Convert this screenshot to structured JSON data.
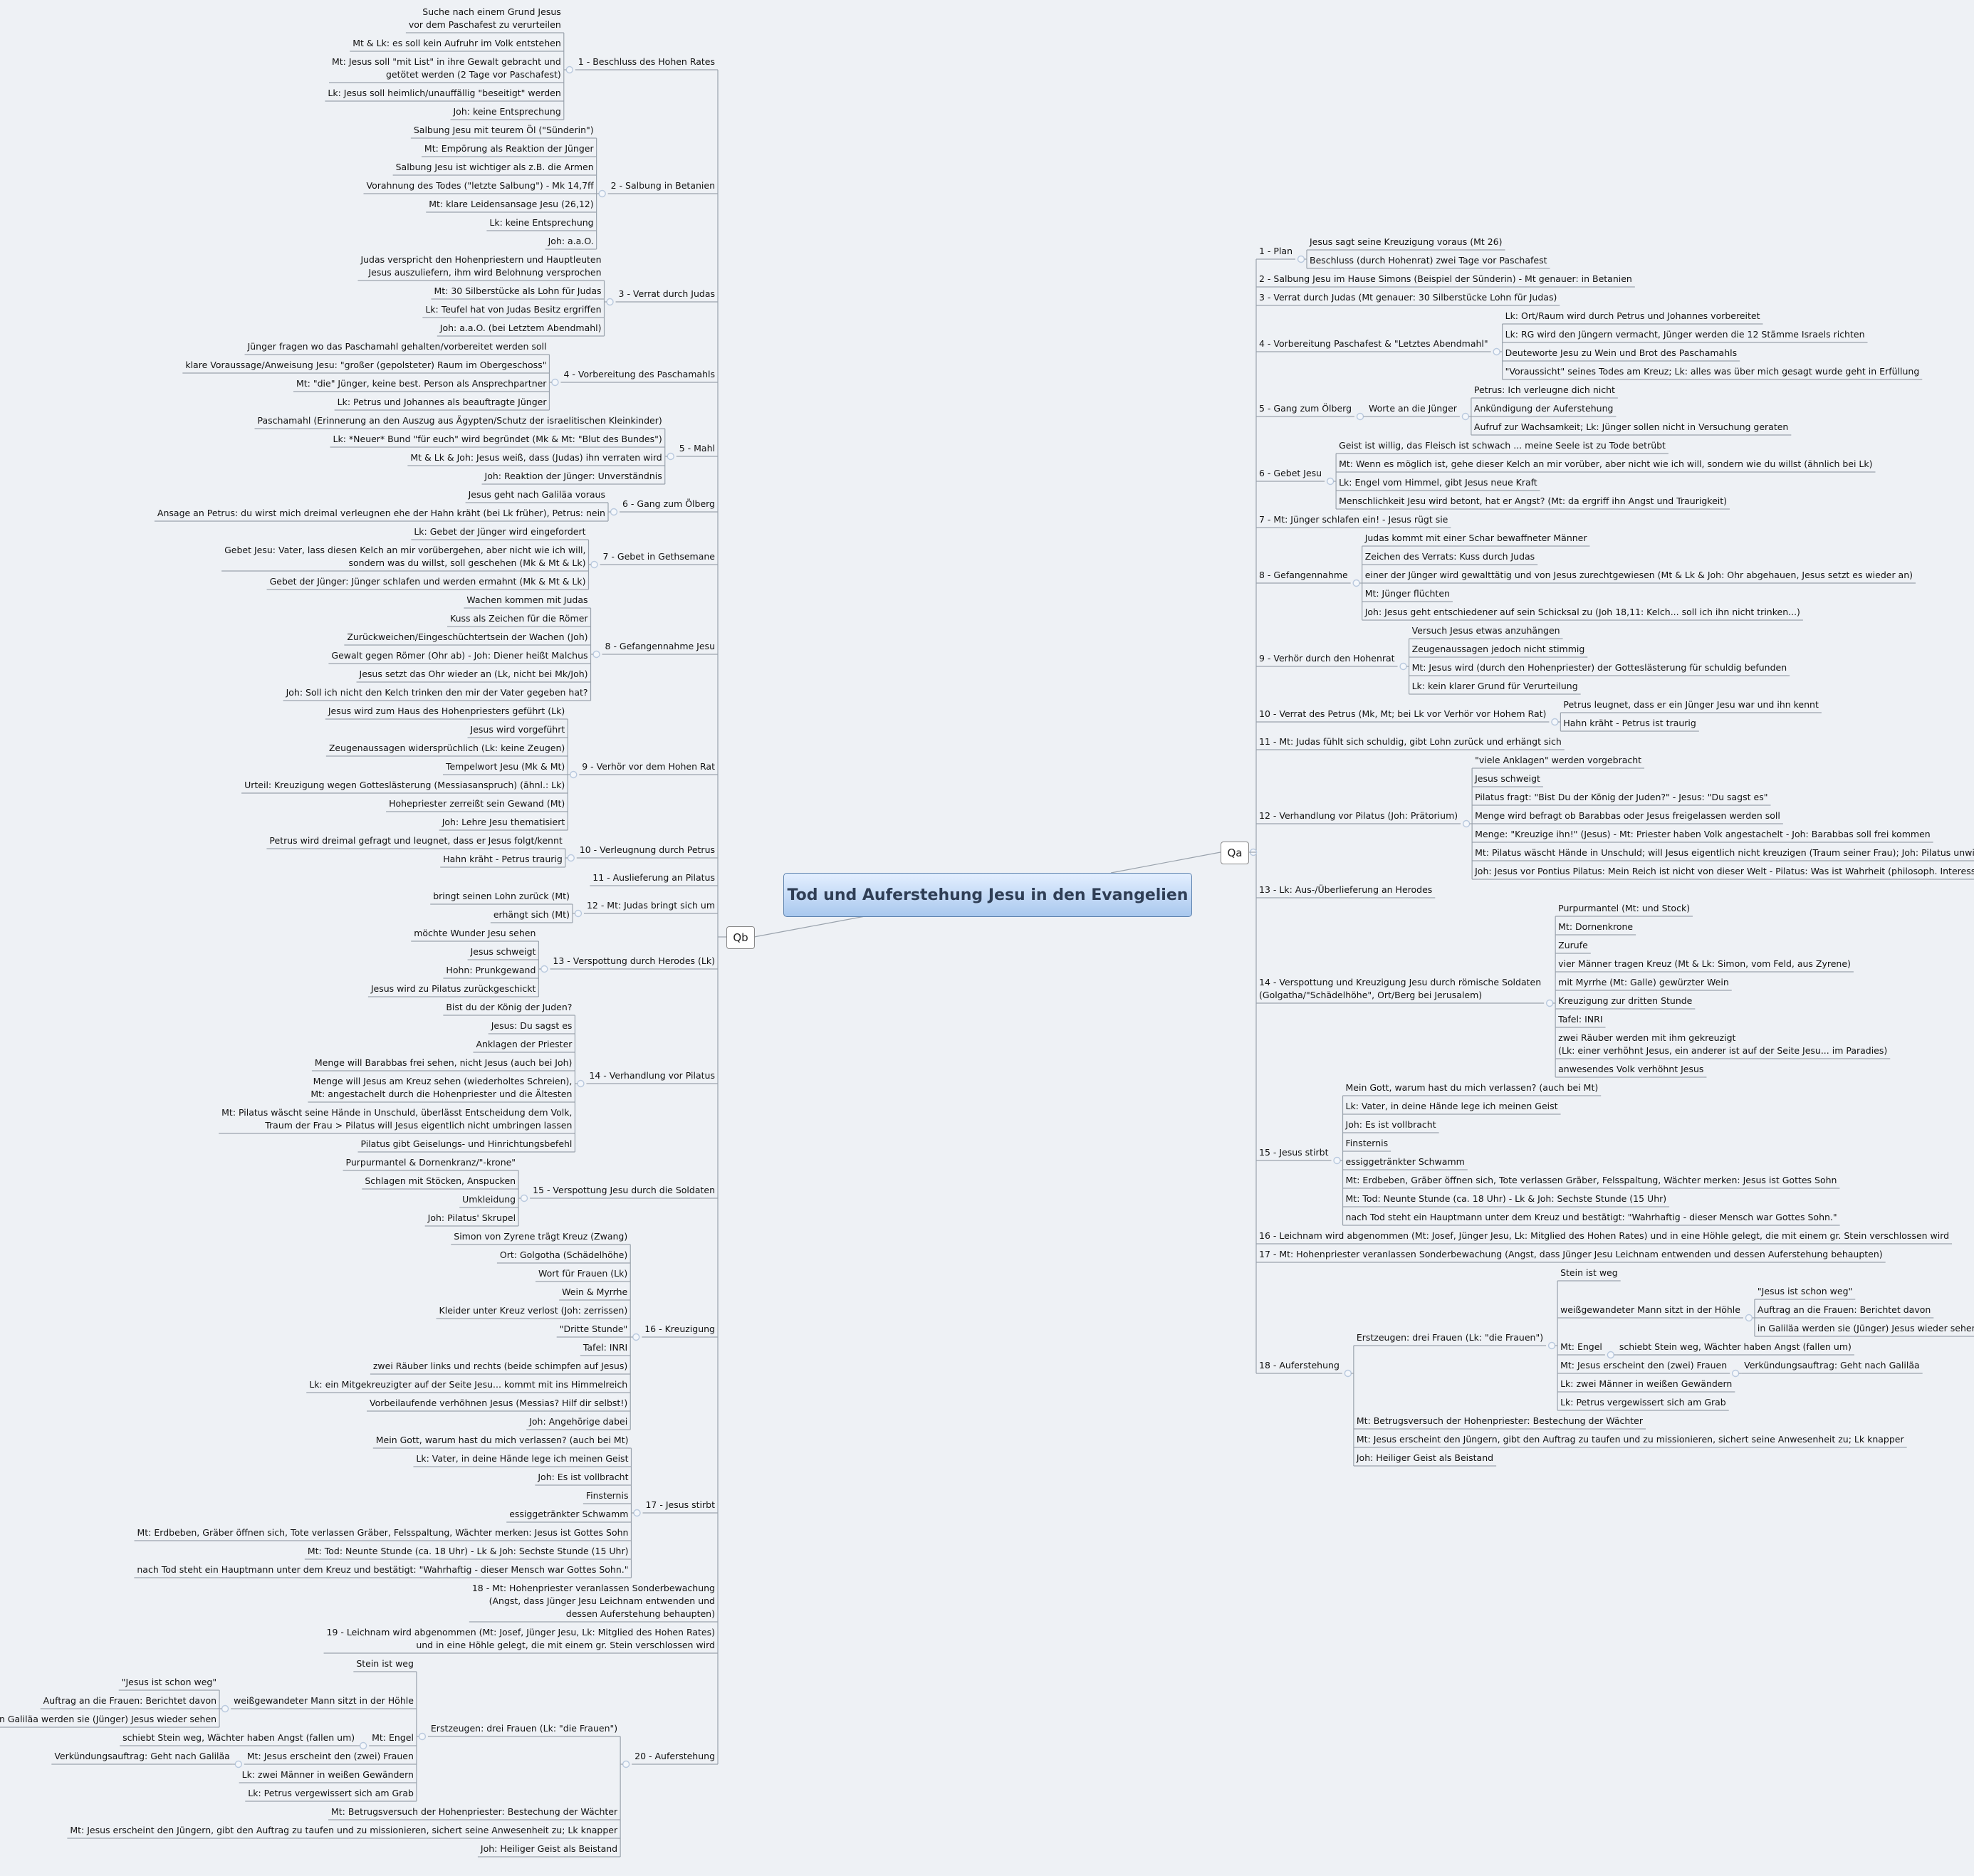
{
  "central": "Tod und Auferstehung Jesu in den Evangelien",
  "qa": "Qa",
  "qb": "Qb",
  "colors": {
    "line": "#9aa3ad",
    "knob": "#b9c9de",
    "central_border": "#5d82ad"
  },
  "qb_topics": [
    {
      "label": "1 - Beschluss des Hohen Rates",
      "children": [
        {
          "label": "Suche nach einem Grund Jesus\nvor dem Paschafest zu verurteilen"
        },
        {
          "label": "Mt & Lk: es soll kein Aufruhr im Volk entstehen"
        },
        {
          "label": "Mt: Jesus soll \"mit List\" in ihre Gewalt gebracht und\ngetötet werden (2 Tage vor Paschafest)"
        },
        {
          "label": "Lk: Jesus soll heimlich/unauffällig \"beseitigt\" werden"
        },
        {
          "label": "Joh: keine Entsprechung"
        }
      ]
    },
    {
      "label": "2 - Salbung in Betanien",
      "children": [
        {
          "label": "Salbung Jesu mit teurem Öl (\"Sünderin\")"
        },
        {
          "label": "Mt: Empörung als Reaktion der Jünger"
        },
        {
          "label": "Salbung Jesu ist wichtiger als z.B. die Armen"
        },
        {
          "label": "Vorahnung des Todes (\"letzte Salbung\") - Mk 14,7ff"
        },
        {
          "label": "Mt: klare Leidensansage Jesu (26,12)"
        },
        {
          "label": "Lk: keine Entsprechung"
        },
        {
          "label": "Joh: a.a.O."
        }
      ]
    },
    {
      "label": "3 - Verrat durch Judas",
      "children": [
        {
          "label": "Judas verspricht den Hohenpriestern und Hauptleuten\nJesus auszuliefern, ihm wird Belohnung versprochen"
        },
        {
          "label": "Mt: 30 Silberstücke als Lohn für Judas"
        },
        {
          "label": "Lk: Teufel hat von Judas Besitz ergriffen"
        },
        {
          "label": "Joh: a.a.O. (bei Letztem Abendmahl)"
        }
      ]
    },
    {
      "label": "4 - Vorbereitung des Paschamahls",
      "children": [
        {
          "label": "Jünger fragen wo das Paschamahl gehalten/vorbereitet werden soll"
        },
        {
          "label": "klare Voraussage/Anweisung Jesu: \"großer (gepolsteter) Raum im Obergeschoss\""
        },
        {
          "label": "Mt: \"die\" Jünger, keine best. Person als Ansprechpartner"
        },
        {
          "label": "Lk: Petrus und Johannes als beauftragte Jünger"
        }
      ]
    },
    {
      "label": "5 - Mahl",
      "children": [
        {
          "label": "Paschamahl (Erinnerung an den Auszug aus Ägypten/Schutz der israelitischen Kleinkinder)"
        },
        {
          "label": "Lk: *Neuer* Bund \"für euch\" wird begründet (Mk & Mt: \"Blut des Bundes\")"
        },
        {
          "label": "Mt & Lk & Joh: Jesus weiß, dass (Judas) ihn verraten wird"
        },
        {
          "label": "Joh: Reaktion der Jünger: Unverständnis"
        }
      ]
    },
    {
      "label": "6 - Gang zum Ölberg",
      "children": [
        {
          "label": "Jesus geht nach Galiläa voraus"
        },
        {
          "label": "Ansage an Petrus: du wirst mich dreimal verleugnen ehe der Hahn kräht (bei Lk früher), Petrus: nein"
        }
      ]
    },
    {
      "label": "7 - Gebet in Gethsemane",
      "children": [
        {
          "label": "Lk: Gebet der Jünger wird eingefordert"
        },
        {
          "label": "Gebet Jesu: Vater, lass diesen Kelch an mir vorübergehen, aber nicht wie ich will,\nsondern was du willst, soll geschehen (Mk & Mt & Lk)"
        },
        {
          "label": "Gebet der Jünger: Jünger schlafen und werden ermahnt (Mk & Mt & Lk)"
        }
      ]
    },
    {
      "label": "8 - Gefangennahme Jesu",
      "children": [
        {
          "label": "Wachen kommen mit Judas"
        },
        {
          "label": "Kuss als Zeichen für die Römer"
        },
        {
          "label": "Zurückweichen/Eingeschüchtertsein der Wachen (Joh)"
        },
        {
          "label": "Gewalt gegen Römer (Ohr ab) - Joh: Diener heißt Malchus"
        },
        {
          "label": "Jesus setzt das Ohr wieder an (Lk, nicht bei Mk/Joh)"
        },
        {
          "label": "Joh: Soll ich nicht den Kelch trinken den mir der Vater gegeben hat?"
        }
      ]
    },
    {
      "label": "9 - Verhör vor dem Hohen Rat",
      "children": [
        {
          "label": "Jesus wird zum Haus des Hohenpriesters geführt (Lk)"
        },
        {
          "label": "Jesus wird vorgeführt"
        },
        {
          "label": "Zeugenaussagen widersprüchlich (Lk: keine Zeugen)"
        },
        {
          "label": "Tempelwort Jesu (Mk & Mt)"
        },
        {
          "label": "Urteil: Kreuzigung wegen Gotteslästerung (Messiasanspruch) (ähnl.: Lk)"
        },
        {
          "label": "Hohepriester zerreißt sein Gewand (Mt)"
        },
        {
          "label": "Joh: Lehre Jesu thematisiert"
        }
      ]
    },
    {
      "label": "10 - Verleugnung durch Petrus",
      "children": [
        {
          "label": "Petrus wird dreimal gefragt und leugnet, dass er Jesus folgt/kennt"
        },
        {
          "label": "Hahn kräht - Petrus traurig"
        }
      ]
    },
    {
      "label": "11 - Auslieferung an Pilatus",
      "children": []
    },
    {
      "label": "12 - Mt: Judas bringt sich um",
      "children": [
        {
          "label": "bringt seinen Lohn zurück (Mt)"
        },
        {
          "label": "erhängt sich (Mt)"
        }
      ]
    },
    {
      "label": "13 - Verspottung durch Herodes (Lk)",
      "children": [
        {
          "label": "möchte Wunder Jesu sehen"
        },
        {
          "label": "Jesus schweigt"
        },
        {
          "label": "Hohn: Prunkgewand"
        },
        {
          "label": "Jesus wird zu Pilatus zurückgeschickt"
        }
      ]
    },
    {
      "label": "14 - Verhandlung vor Pilatus",
      "children": [
        {
          "label": "Bist du der König der Juden?"
        },
        {
          "label": "Jesus: Du sagst es"
        },
        {
          "label": "Anklagen der Priester"
        },
        {
          "label": "Menge will Barabbas frei sehen, nicht Jesus (auch bei Joh)"
        },
        {
          "label": "Menge will Jesus am Kreuz sehen (wiederholtes Schreien),\nMt: angestachelt durch die Hohenpriester und die Ältesten"
        },
        {
          "label": "Mt: Pilatus wäscht seine Hände in Unschuld, überlässt Entscheidung dem Volk,\nTraum der Frau > Pilatus will Jesus eigentlich nicht umbringen lassen"
        },
        {
          "label": "Pilatus gibt Geiselungs- und Hinrichtungsbefehl"
        }
      ]
    },
    {
      "label": "15 - Verspottung Jesu durch die Soldaten",
      "children": [
        {
          "label": "Purpurmantel & Dornenkranz/\"-krone\""
        },
        {
          "label": "Schlagen mit Stöcken, Anspucken"
        },
        {
          "label": "Umkleidung"
        },
        {
          "label": "Joh: Pilatus' Skrupel"
        }
      ]
    },
    {
      "label": "16 - Kreuzigung",
      "children": [
        {
          "label": "Simon von Zyrene trägt Kreuz (Zwang)"
        },
        {
          "label": "Ort: Golgotha (Schädelhöhe)"
        },
        {
          "label": "Wort für Frauen (Lk)"
        },
        {
          "label": "Wein & Myrrhe"
        },
        {
          "label": "Kleider unter Kreuz verlost (Joh: zerrissen)"
        },
        {
          "label": "\"Dritte Stunde\""
        },
        {
          "label": "Tafel: INRI"
        },
        {
          "label": "zwei Räuber links und rechts (beide schimpfen auf Jesus)"
        },
        {
          "label": "Lk: ein Mitgekreuzigter auf der Seite Jesu... kommt mit ins Himmelreich"
        },
        {
          "label": "Vorbeilaufende verhöhnen Jesus (Messias? Hilf dir selbst!)"
        },
        {
          "label": "Joh: Angehörige dabei"
        }
      ]
    },
    {
      "label": "17 - Jesus stirbt",
      "children": [
        {
          "label": "Mein Gott, warum hast du mich verlassen? (auch bei Mt)"
        },
        {
          "label": "Lk: Vater, in deine Hände lege ich meinen Geist"
        },
        {
          "label": "Joh: Es ist vollbracht"
        },
        {
          "label": "Finsternis"
        },
        {
          "label": "essiggetränkter Schwamm"
        },
        {
          "label": "Mt: Erdbeben, Gräber öffnen sich, Tote verlassen Gräber, Felsspaltung, Wächter merken: Jesus ist Gottes Sohn"
        },
        {
          "label": "Mt: Tod: Neunte Stunde (ca. 18 Uhr) - Lk & Joh: Sechste Stunde (15 Uhr)"
        },
        {
          "label": "nach Tod steht ein Hauptmann unter dem Kreuz und bestätigt: \"Wahrhaftig - dieser Mensch war Gottes Sohn.\""
        }
      ]
    },
    {
      "label": "18 - Mt: Hohenpriester veranlassen Sonderbewachung\n(Angst, dass Jünger Jesu Leichnam entwenden und\ndessen Auferstehung behaupten)",
      "children": []
    },
    {
      "label": "19 - Leichnam wird abgenommen (Mt: Josef, Jünger Jesu, Lk: Mitglied des Hohen Rates)\nund in eine Höhle gelegt, die mit einem gr. Stein verschlossen wird",
      "children": []
    },
    {
      "label": "20 - Auferstehung",
      "children": [
        {
          "label": "Erstzeugen: drei Frauen (Lk: \"die Frauen\")",
          "children": [
            {
              "label": "Stein ist weg"
            },
            {
              "label": "weißgewandeter Mann sitzt in der Höhle",
              "children": [
                {
                  "label": "\"Jesus ist schon weg\""
                },
                {
                  "label": "Auftrag an die Frauen: Berichtet davon"
                },
                {
                  "label": "in Galiläa werden sie (Jünger) Jesus wieder sehen"
                }
              ]
            },
            {
              "label": "Mt: Engel",
              "children": [
                {
                  "label": "schiebt Stein weg, Wächter haben Angst (fallen um)"
                }
              ]
            },
            {
              "label": "Mt: Jesus erscheint den (zwei) Frauen",
              "children": [
                {
                  "label": "Verkündungsauftrag: Geht nach Galiläa"
                }
              ]
            },
            {
              "label": "Lk: zwei Männer in weißen Gewändern"
            },
            {
              "label": "Lk: Petrus vergewissert sich am Grab"
            }
          ]
        },
        {
          "label": "Mt: Betrugsversuch der Hohenpriester: Bestechung der Wächter"
        },
        {
          "label": "Mt: Jesus erscheint den Jüngern, gibt den Auftrag zu taufen und zu missionieren, sichert seine Anwesenheit zu; Lk knapper"
        },
        {
          "label": "Joh: Heiliger Geist als Beistand"
        }
      ]
    }
  ],
  "qa_topics": [
    {
      "label": "1 - Plan",
      "children": [
        {
          "label": "Jesus sagt seine Kreuzigung voraus (Mt 26)"
        },
        {
          "label": "Beschluss (durch Hohenrat) zwei Tage vor Paschafest"
        }
      ]
    },
    {
      "label": "2 - Salbung Jesu im Hause Simons (Beispiel der Sünderin) - Mt genauer: in Betanien",
      "children": []
    },
    {
      "label": "3 - Verrat durch Judas (Mt genauer: 30 Silberstücke Lohn für Judas)",
      "children": []
    },
    {
      "label": "4 - Vorbereitung Paschafest & \"Letztes Abendmahl\"",
      "children": [
        {
          "label": "Lk: Ort/Raum wird durch Petrus und Johannes vorbereitet"
        },
        {
          "label": "Lk: RG wird den Jüngern vermacht, Jünger werden die 12 Stämme Israels richten"
        },
        {
          "label": "Deuteworte Jesu zu Wein und Brot des Paschamahls"
        },
        {
          "label": "\"Voraussicht\" seines Todes am Kreuz; Lk: alles was über mich gesagt wurde geht in Erfüllung"
        }
      ]
    },
    {
      "label": "5 - Gang zum Ölberg",
      "children": [
        {
          "label": "Worte an die Jünger",
          "children": [
            {
              "label": "Petrus: Ich verleugne dich nicht"
            },
            {
              "label": "Ankündigung der Auferstehung"
            },
            {
              "label": "Aufruf zur Wachsamkeit; Lk: Jünger sollen nicht in Versuchung geraten"
            }
          ]
        }
      ]
    },
    {
      "label": "6 - Gebet Jesu",
      "children": [
        {
          "label": "Geist ist willig, das Fleisch ist schwach ... meine Seele ist zu Tode betrübt"
        },
        {
          "label": "Mt: Wenn es möglich ist, gehe dieser Kelch an mir vorüber, aber nicht wie ich will, sondern wie du willst (ähnlich bei Lk)"
        },
        {
          "label": "Lk: Engel vom Himmel, gibt Jesus neue Kraft"
        },
        {
          "label": "Menschlichkeit Jesu wird betont, hat er Angst? (Mt: da ergriff ihn Angst und Traurigkeit)"
        }
      ]
    },
    {
      "label": "7 - Mt: Jünger schlafen ein! - Jesus rügt sie",
      "children": []
    },
    {
      "label": "8 - Gefangennahme",
      "children": [
        {
          "label": "Judas kommt mit einer Schar bewaffneter Männer"
        },
        {
          "label": "Zeichen des Verrats: Kuss durch Judas"
        },
        {
          "label": "einer der Jünger wird gewalttätig und von Jesus zurechtgewiesen (Mt & Lk & Joh: Ohr abgehauen, Jesus setzt es wieder an)"
        },
        {
          "label": "Mt: Jünger flüchten"
        },
        {
          "label": "Joh: Jesus geht entschiedener auf sein Schicksal zu (Joh 18,11: Kelch... soll ich ihn nicht trinken...)"
        }
      ]
    },
    {
      "label": "9 - Verhör durch den Hohenrat",
      "children": [
        {
          "label": "Versuch Jesus etwas anzuhängen"
        },
        {
          "label": "Zeugenaussagen jedoch nicht stimmig"
        },
        {
          "label": "Mt: Jesus wird (durch den Hohenpriester) der Gotteslästerung für schuldig befunden"
        },
        {
          "label": "Lk: kein klarer Grund für Verurteilung"
        }
      ]
    },
    {
      "label": "10 - Verrat des Petrus (Mk, Mt; bei Lk vor Verhör vor Hohem Rat)",
      "children": [
        {
          "label": "Petrus leugnet, dass er ein Jünger Jesu war und ihn kennt"
        },
        {
          "label": "Hahn kräht - Petrus ist traurig"
        }
      ]
    },
    {
      "label": "11 - Mt: Judas fühlt sich schuldig, gibt Lohn zurück und erhängt sich",
      "children": []
    },
    {
      "label": "12 - Verhandlung vor Pilatus (Joh: Prätorium)",
      "children": [
        {
          "label": "\"viele Anklagen\" werden vorgebracht"
        },
        {
          "label": "Jesus schweigt"
        },
        {
          "label": "Pilatus fragt: \"Bist Du der König der Juden?\" - Jesus: \"Du sagst es\""
        },
        {
          "label": "Menge wird befragt ob Barabbas oder Jesus freigelassen werden soll"
        },
        {
          "label": "Menge: \"Kreuzige ihn!\" (Jesus) - Mt: Priester haben Volk angestachelt - Joh: Barabbas soll frei kommen"
        },
        {
          "label": "Mt: Pilatus wäscht Hände in Unschuld; will Jesus eigentlich nicht kreuzigen (Traum seiner Frau); Joh: Pilatus unwillig"
        },
        {
          "label": "Joh: Jesus vor Pontius Pilatus: Mein Reich ist nicht von dieser Welt - Pilatus: Was ist Wahrheit (philosoph. Interesse)"
        }
      ]
    },
    {
      "label": "13 - Lk: Aus-/Überlieferung an Herodes",
      "children": []
    },
    {
      "label": "14 - Verspottung und Kreuzigung Jesu durch römische Soldaten\n(Golgatha/\"Schädelhöhe\", Ort/Berg bei Jerusalem)",
      "children": [
        {
          "label": "Purpurmantel (Mt: und Stock)"
        },
        {
          "label": "Mt: Dornenkrone"
        },
        {
          "label": "Zurufe"
        },
        {
          "label": "vier Männer tragen Kreuz (Mt & Lk: Simon, vom Feld, aus Zyrene)"
        },
        {
          "label": "mit Myrrhe (Mt: Galle) gewürzter Wein"
        },
        {
          "label": "Kreuzigung zur dritten Stunde"
        },
        {
          "label": "Tafel: INRI"
        },
        {
          "label": "zwei Räuber werden mit ihm gekreuzigt\n(Lk: einer verhöhnt Jesus, ein anderer ist auf der Seite Jesu... im Paradies)"
        },
        {
          "label": "anwesendes Volk verhöhnt Jesus"
        }
      ]
    },
    {
      "label": "15 - Jesus stirbt",
      "children": [
        {
          "label": "Mein Gott, warum hast du mich verlassen? (auch bei Mt)"
        },
        {
          "label": "Lk: Vater, in deine Hände lege ich meinen Geist"
        },
        {
          "label": "Joh: Es ist vollbracht"
        },
        {
          "label": "Finsternis"
        },
        {
          "label": "essiggetränkter Schwamm"
        },
        {
          "label": "Mt: Erdbeben, Gräber öffnen sich, Tote verlassen Gräber, Felsspaltung, Wächter merken: Jesus ist Gottes Sohn"
        },
        {
          "label": "Mt: Tod: Neunte Stunde (ca. 18 Uhr) - Lk & Joh: Sechste Stunde (15 Uhr)"
        },
        {
          "label": "nach Tod steht ein Hauptmann unter dem Kreuz und bestätigt: \"Wahrhaftig - dieser Mensch war Gottes Sohn.\""
        }
      ]
    },
    {
      "label": "16 - Leichnam wird abgenommen (Mt: Josef, Jünger Jesu, Lk: Mitglied des Hohen Rates) und in eine Höhle gelegt, die mit einem gr. Stein verschlossen wird",
      "children": []
    },
    {
      "label": "17 - Mt: Hohenpriester veranlassen Sonderbewachung (Angst, dass Jünger Jesu Leichnam entwenden und dessen Auferstehung behaupten)",
      "children": []
    },
    {
      "label": "18 - Auferstehung",
      "children": [
        {
          "label": "Erstzeugen: drei Frauen (Lk: \"die Frauen\")",
          "children": [
            {
              "label": "Stein ist weg"
            },
            {
              "label": "weißgewandeter Mann sitzt in der Höhle",
              "children": [
                {
                  "label": "\"Jesus ist schon weg\""
                },
                {
                  "label": "Auftrag an die Frauen: Berichtet davon"
                },
                {
                  "label": "in Galiläa werden sie (Jünger) Jesus wieder sehen"
                }
              ]
            },
            {
              "label": "Mt: Engel",
              "children": [
                {
                  "label": "schiebt Stein weg, Wächter haben Angst (fallen um)"
                }
              ]
            },
            {
              "label": "Mt: Jesus erscheint den (zwei) Frauen",
              "children": [
                {
                  "label": "Verkündungsauftrag: Geht nach Galiläa"
                }
              ]
            },
            {
              "label": "Lk: zwei Männer in weißen Gewändern"
            },
            {
              "label": "Lk: Petrus vergewissert sich am Grab"
            }
          ]
        },
        {
          "label": "Mt: Betrugsversuch der Hohenpriester: Bestechung der Wächter"
        },
        {
          "label": "Mt: Jesus erscheint den Jüngern, gibt den Auftrag zu taufen und zu missionieren, sichert seine Anwesenheit zu; Lk knapper"
        },
        {
          "label": "Joh: Heiliger Geist als Beistand"
        }
      ]
    }
  ]
}
